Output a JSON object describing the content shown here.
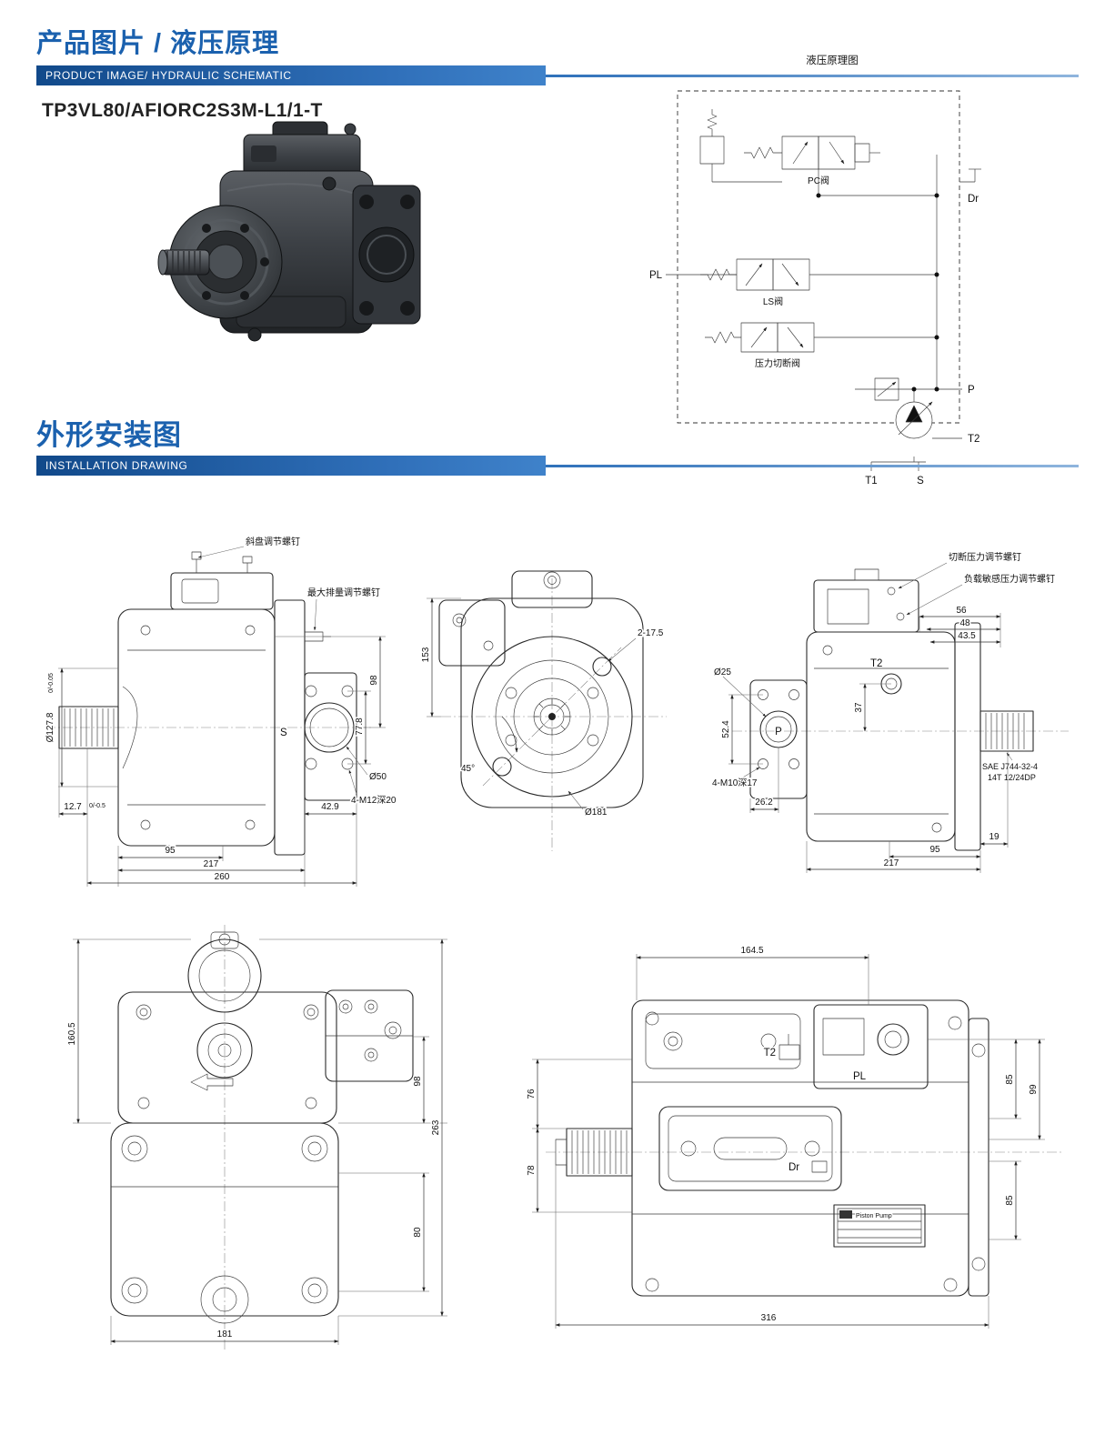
{
  "section1": {
    "title": "产品图片 / 液压原理",
    "subtitle": "PRODUCT IMAGE/ HYDRAULIC SCHEMATIC"
  },
  "model": "TP3VL80/AFIORC2S3M-L1/1-T",
  "schematic": {
    "title": "液压原理图",
    "pc_valve": "PC阀",
    "ls_valve": "LS阀",
    "cutoff_valve": "压力切断阀",
    "port_pl": "PL",
    "port_dr": "Dr",
    "port_p": "P",
    "port_t2": "T2",
    "port_t1": "T1",
    "port_s": "S"
  },
  "section2": {
    "title": "外形安装图",
    "subtitle": "INSTALLATION DRAWING"
  },
  "view_side_left": {
    "callout_swash": "斜盘调节螺钉",
    "callout_max_disp": "最大排量调节螺钉",
    "dim_pilot_dia": "Ø127.8",
    "dim_pilot_tol": "0/-0.05",
    "dim_12_7": "12.7",
    "dim_12_7_tol": "0/-0.5",
    "dim_42_9": "42.9",
    "dim_95": "95",
    "dim_217": "217",
    "dim_260": "260",
    "dim_98": "98",
    "dim_77_8": "77.8",
    "dim_port_dia": "Ø50",
    "dim_bolts": "4-M12深20",
    "port_s": "S"
  },
  "view_front": {
    "dim_153": "153",
    "dim_angle": "45°",
    "dim_flange_dia": "Ø181",
    "dim_holes": "2-17.5"
  },
  "view_side_right": {
    "callout_cutoff": "切断压力调节螺钉",
    "callout_ls": "负载敏感压力调节螺钉",
    "dim_56": "56",
    "dim_48": "48",
    "dim_43_5": "43.5",
    "port_t2": "T2",
    "port_p": "P",
    "dim_port_dia": "Ø25",
    "dim_52_4": "52.4",
    "dim_37": "37",
    "dim_26_2": "26.2",
    "dim_bolts": "4-M10深17",
    "spline_spec_1": "SAE J744-32-4",
    "spline_spec_2": "14T 12/24DP",
    "dim_95": "95",
    "dim_19": "19",
    "dim_217": "217"
  },
  "view_top": {
    "dim_160_5": "160.5",
    "dim_98": "98",
    "dim_263": "263",
    "dim_80": "80",
    "dim_181": "181"
  },
  "view_rear": {
    "dim_164_5": "164.5",
    "dim_76": "76",
    "dim_78": "78",
    "dim_85_upper": "85",
    "dim_99": "99",
    "dim_85_lower": "85",
    "dim_316": "316",
    "port_t2": "T2",
    "port_pl": "PL",
    "port_dr": "Dr",
    "nameplate": "Piston Pump"
  }
}
